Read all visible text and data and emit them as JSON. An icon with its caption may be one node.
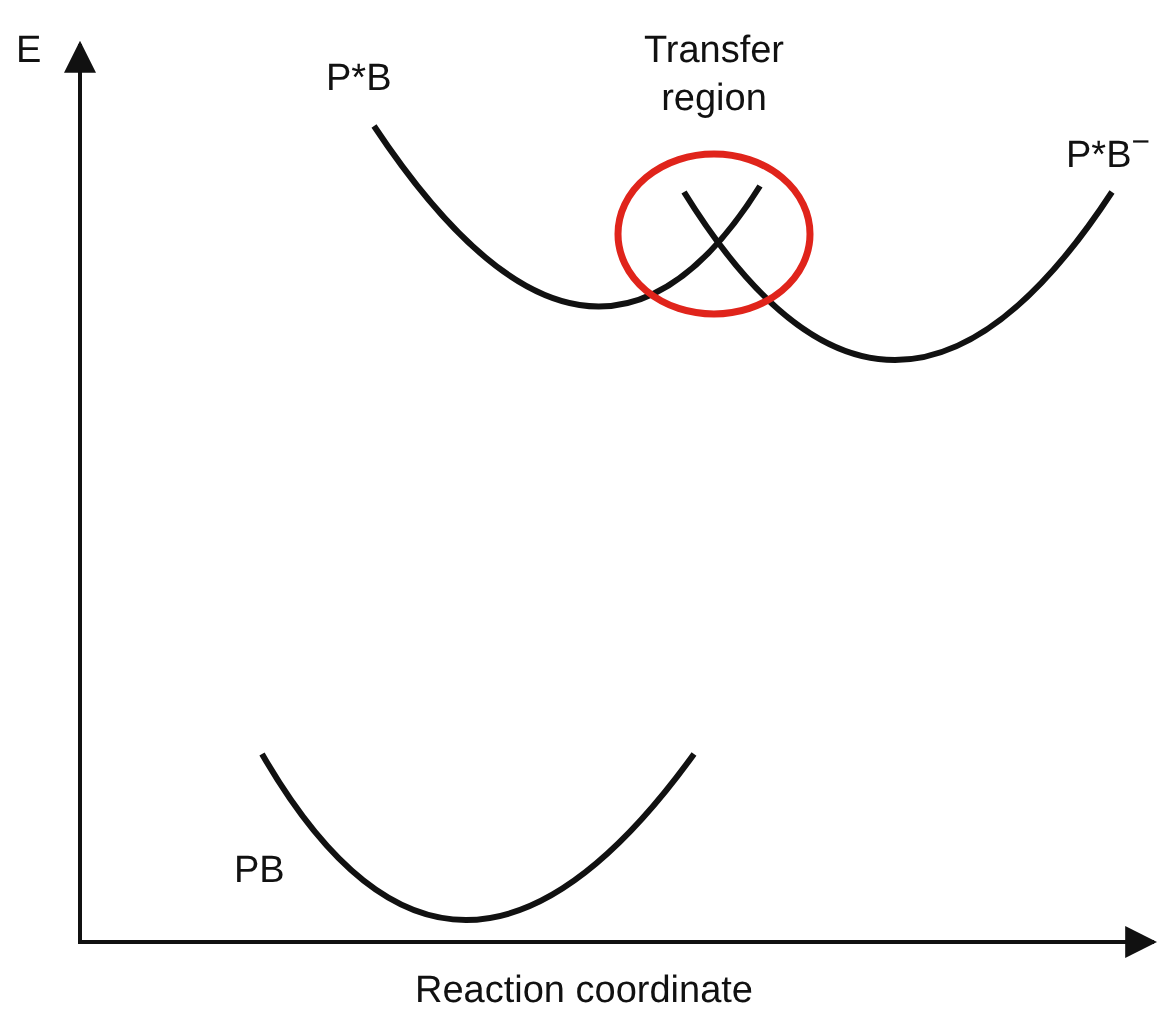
{
  "diagram": {
    "labels": [
      "E",
      "P*B",
      "Transfer region",
      "P*B$^{−}$",
      "PB",
      "Reaction coordinate"
    ]
  }
}
